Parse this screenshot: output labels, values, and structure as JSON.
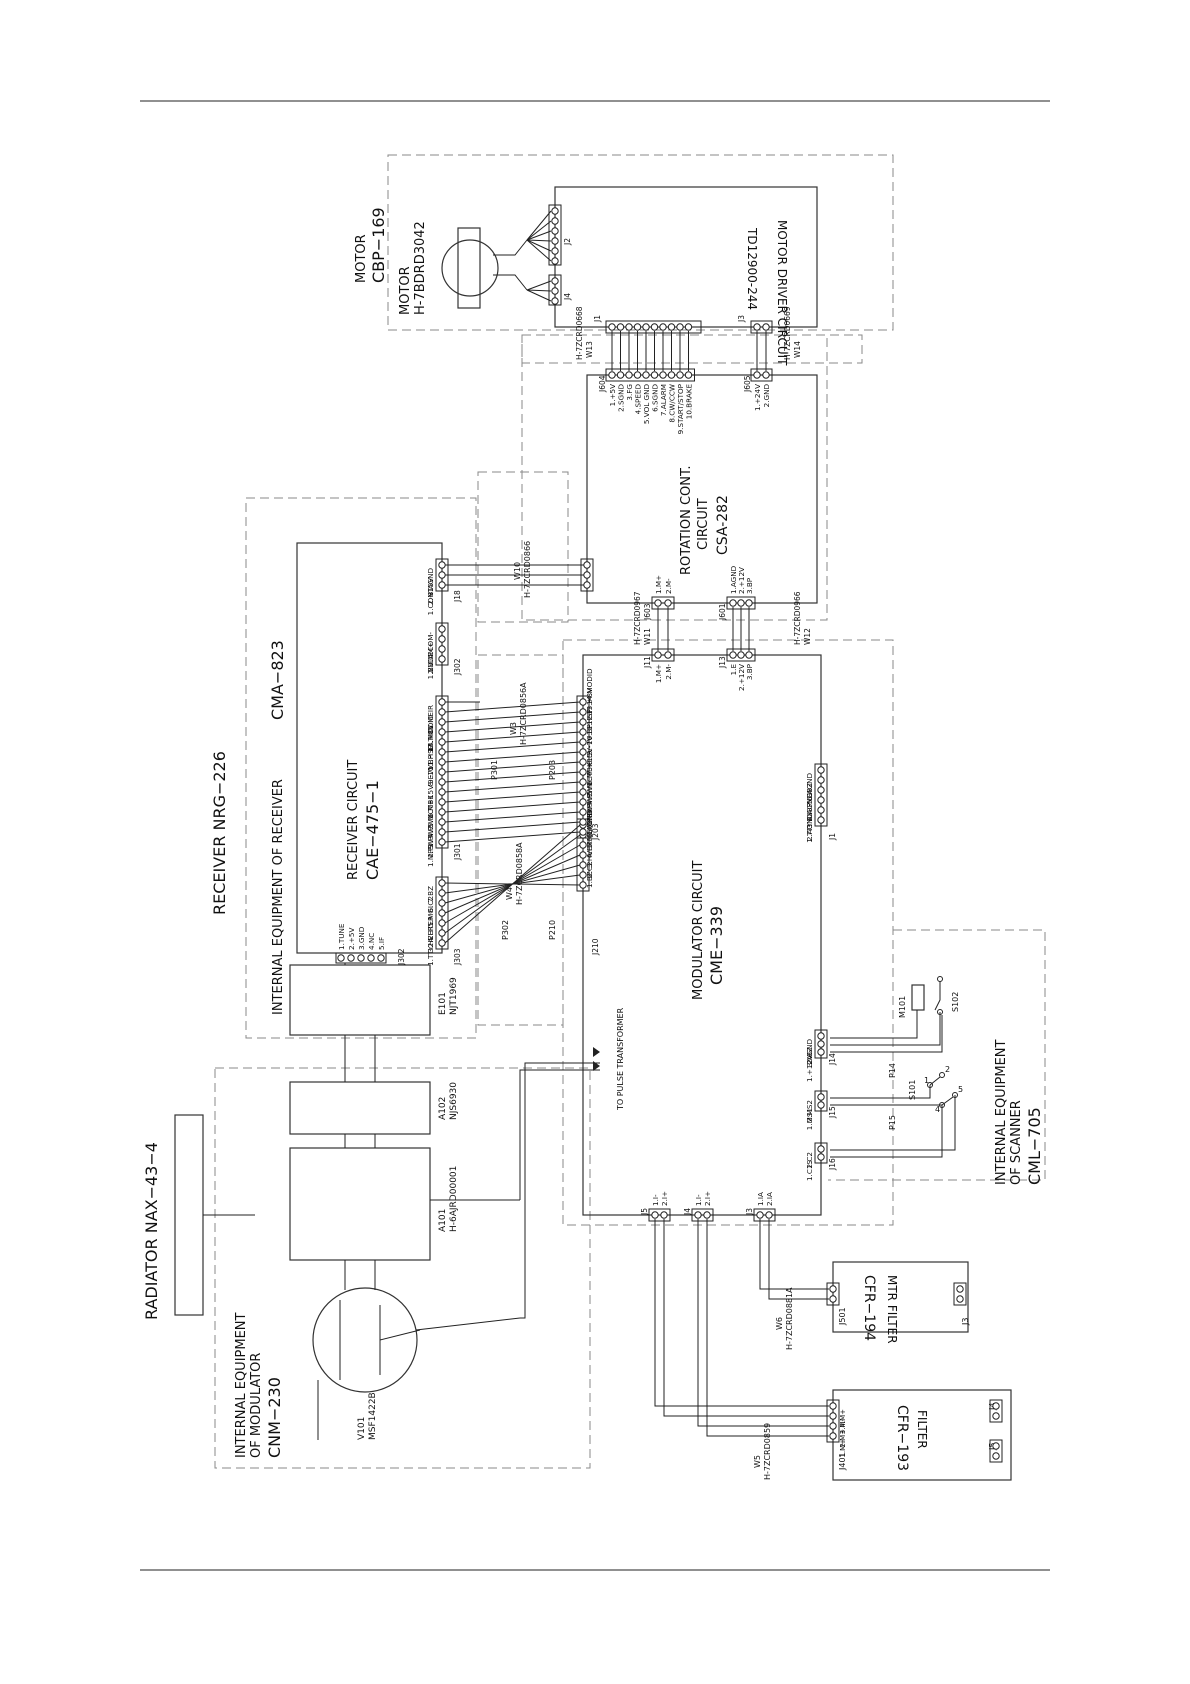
{
  "radiator": {
    "title": "RADIATOR  NAX−43−4"
  },
  "modulator_equipment": {
    "line1": "INTERNAL EQUIPMENT",
    "line2": "OF MODULATOR",
    "code": "CNM−230"
  },
  "magnetron": {
    "ref": "V101",
    "part": "MSF1422B"
  },
  "a101": {
    "ref": "A101",
    "part": "H-6AJRD00001"
  },
  "a102": {
    "ref": "A102",
    "part": "NJS6930"
  },
  "e101": {
    "ref": "E101",
    "part": "NJT1969"
  },
  "receiver": {
    "title": "RECEIVER  NRG−226",
    "equip": "INTERNAL EQUIPMENT OF RECEIVER",
    "code": "CMA−823"
  },
  "receiver_circuit": {
    "title": "RECEIVER CIRCUIT",
    "code": "CAE−475−1"
  },
  "j302": {
    "ref": "J302",
    "pins": [
      "1.TUNE",
      "2.+5V",
      "3.GND",
      "4.NC",
      "5.IF"
    ]
  },
  "j303": {
    "ref": "J303",
    "pins": [
      "1.TTY",
      "2.E",
      "3.HVER",
      "4.HTER",
      "5.MGI",
      "6.C2",
      "7.BZ"
    ]
  },
  "j301": {
    "ref": "J301",
    "pins": [
      "1.MPS",
      "2.PW3",
      "3.PW2",
      "4.PW1",
      "5.MCT",
      "6.MBK",
      "7.+15V",
      "8.E",
      "9.-7V",
      "10.BP",
      "11.HSP",
      "12.TI",
      "13.+8V",
      "14.MODID",
      "15.MEIR"
    ]
  },
  "j305": {
    "ref": "J302",
    "pins": [
      "1.VD",
      "2.VDE",
      "3.COM+",
      "4.COM-"
    ]
  },
  "j18": {
    "ref": "J18",
    "pins": [
      "1.CONT",
      "2.+15V",
      "3.AGND"
    ]
  },
  "w4": {
    "name": "W4",
    "part": "H-7ZCRD0858A"
  },
  "w3": {
    "name": "W3",
    "part": "H-7ZCRD0856A"
  },
  "w10": {
    "name": "W10",
    "part": "H-7ZCRD0866"
  },
  "p302": "P302",
  "p301": "P301",
  "p210": "P210",
  "p203": "P203",
  "j210": {
    "ref": "J210",
    "pins": [
      "1.BZ",
      "2.C2",
      "3.HVER",
      "4.HTER",
      "5.MGI",
      "6.AGND",
      "7.TTY"
    ]
  },
  "j203": {
    "ref": "J203",
    "pins": [
      "1.MPS",
      "2.PW3",
      "3.PW2",
      "4.PW1",
      "5.MCT",
      "6.MBK",
      "7.+15V",
      "8.E",
      "9.-7V",
      "10.BP",
      "11.HSP",
      "12.TI",
      "13.+8V",
      "14.MODID"
    ]
  },
  "modulator_circuit": {
    "title": "MODULATOR CIRCUIT",
    "code": "CME−339"
  },
  "to_pulse": "TO PULSE TRANSFORMER",
  "j11": {
    "ref": "J11",
    "pins": [
      "1.M+",
      "2.M-"
    ]
  },
  "j13": {
    "ref": "J13",
    "pins": [
      "1.E",
      "2.+12V",
      "3.BP"
    ]
  },
  "j603": {
    "ref": "J603",
    "pins": [
      "1.M+",
      "2.M-"
    ]
  },
  "j601": {
    "ref": "J601",
    "pins": [
      "1.AGND",
      "2.+12V",
      "3.BP"
    ]
  },
  "w11": {
    "name": "W11",
    "part": "H-7ZCRD0967"
  },
  "w12": {
    "name": "W12",
    "part": "H-7ZCRD0966"
  },
  "j1_mod": {
    "ref": "J1",
    "pins": [
      "1.TTY",
      "2.AGND",
      "3.EXBP",
      "4.AGND",
      "5.EBZ",
      "6.AGND"
    ]
  },
  "rotation": {
    "line1": "ROTATION CONT.",
    "line2": "CIRCUIT",
    "code": "CSA-282"
  },
  "j604": {
    "ref": "J604",
    "pins": [
      "1.+5V",
      "2.SGND",
      "3.FG",
      "4.SPEED",
      "5.VOL GND",
      "6.SGND",
      "7.ALARM",
      "8.CW/CCW",
      "9.START/STOP",
      "10.BRAKE"
    ]
  },
  "j605": {
    "ref": "J605",
    "pins": [
      "1.+24V",
      "2.GND"
    ]
  },
  "w13": {
    "name": "W13",
    "part": "H-7ZCRD0668"
  },
  "w14": {
    "name": "W14",
    "part": "H-7ZCRD0669"
  },
  "motor": {
    "line1": "MOTOR",
    "code": "CBP−169",
    "line3": "MOTOR",
    "part": "H-7BDRD3042"
  },
  "motor_driver": {
    "title": "MOTOR DRIVER CIRCUIT",
    "code": "TD12900-244",
    "j1": "J1",
    "j2": "J2",
    "j3": "J3",
    "j4": "J4"
  },
  "j14": {
    "ref": "J14",
    "pins": [
      "1.+12V",
      "2.BZ",
      "3.AGND"
    ]
  },
  "j15": {
    "ref": "J15",
    "pins": [
      "1.MS1",
      "2.MS2"
    ]
  },
  "j16": {
    "ref": "J16",
    "pins": [
      "1.C1S",
      "2.C2"
    ]
  },
  "p14": "P14",
  "p15": "P15",
  "m101": "M101",
  "s102": "S102",
  "s101": {
    "ref": "S101",
    "n1": "1",
    "n2": "2",
    "n4": "4",
    "n5": "5"
  },
  "scanner": {
    "line1": "INTERNAL EQUIPMENT",
    "line2": "OF SCANNER",
    "code": "CML−705"
  },
  "j3_mod": {
    "ref": "J3",
    "pins": [
      "1.IA",
      "2.IA"
    ]
  },
  "j4_mod": {
    "ref": "J4",
    "pins": [
      "1.I-",
      "2.I+"
    ]
  },
  "j5_mod": {
    "ref": "J5",
    "pins": [
      "1.I-",
      "2.I+"
    ]
  },
  "w6": {
    "name": "W6",
    "part": "H-7ZCRD0881A"
  },
  "w5": {
    "name": "W5",
    "part": "H-7ZCRD0859"
  },
  "mtr_filter": {
    "title": "MTR FILTER",
    "code": "CFR−194",
    "j501": "J501",
    "j3": "J3"
  },
  "filter": {
    "title": "FILTER",
    "code": "CFR−193",
    "j401": "J401",
    "pins": [
      "1.M+",
      "2.M+",
      "3.M-",
      "4.M+"
    ],
    "j4": "J4",
    "j5": "J5"
  }
}
